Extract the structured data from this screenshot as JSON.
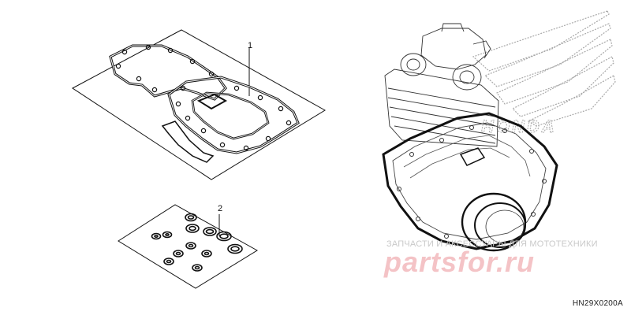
{
  "callouts": {
    "part_1": "1",
    "part_2": "2"
  },
  "watermark": {
    "subtitle": "ЗАПЧАСТИ И АКСЕССУАРЫ ДЛЯ МОТОТЕХНИКИ",
    "site": "partsfor.ru"
  },
  "diagram_code": "HN29X0200A",
  "brand_logo": "HONDA",
  "colors": {
    "line": "#111111",
    "watermark": "#f3b9bd",
    "logo": "#9a9a9a"
  }
}
